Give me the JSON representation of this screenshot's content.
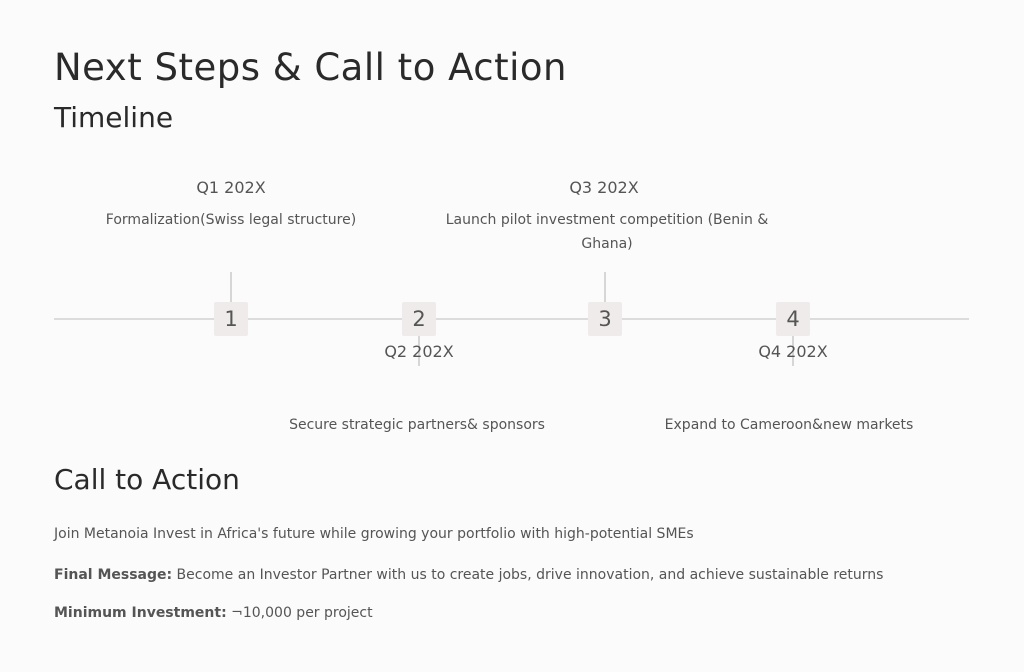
{
  "title": "Next Steps & Call to Action",
  "timeline_heading": "Timeline",
  "milestones": [
    {
      "step": "1",
      "quarter": "Q1 202X",
      "description": "Formalization(Swiss legal  structure)"
    },
    {
      "step": "2",
      "quarter": "Q2 202X",
      "description": "Secure strategic partners& sponsors"
    },
    {
      "step": "3",
      "quarter": "Q3 202X",
      "description": "Launch pilot  investment competition (Benin & Ghana)"
    },
    {
      "step": "4",
      "quarter": "Q4 202X",
      "description": "Expand to Cameroon&new markets"
    }
  ],
  "cta": {
    "heading": "Call to Action",
    "intro": "Join Metanoia Invest in  Africa's future while growing your portfolio with high-potential SMEs",
    "final_label": "Final Message:",
    "final_text": " Become an Investor  Partner with us to create jobs, drive innovation, and achieve sustainable returns",
    "min_label": "Minimum Investment:",
    "min_text": " ¬10,000 per project"
  }
}
